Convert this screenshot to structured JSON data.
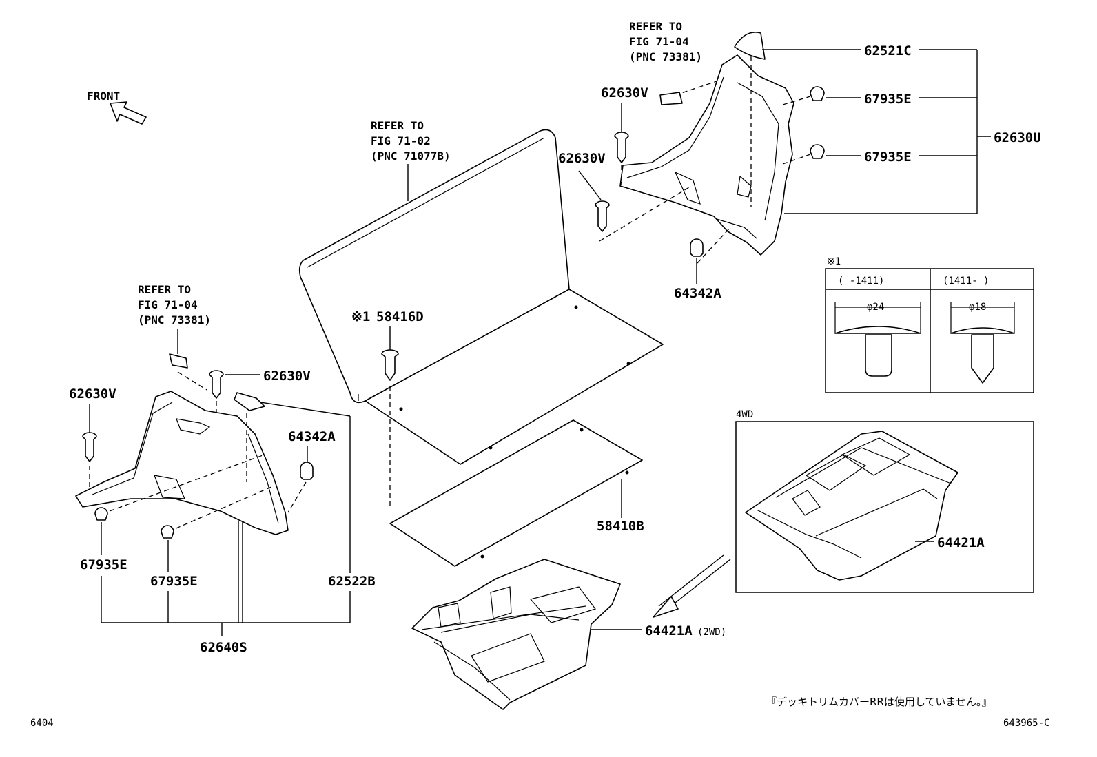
{
  "diagram": {
    "front_label": "FRONT",
    "callouts": {
      "c62521C": "62521C",
      "c67935E_top1": "67935E",
      "c67935E_top2": "67935E",
      "c62630U": "62630U",
      "c62630V_tr1": "62630V",
      "c62630V_tr2": "62630V",
      "c64342A_right": "64342A",
      "c58416D": "58416D",
      "c58416D_mark": "※1",
      "c62630V_left1": "62630V",
      "c62630V_left2": "62630V",
      "c64342A_left": "64342A",
      "c58410B": "58410B",
      "c67935E_left1": "67935E",
      "c67935E_left2": "67935E",
      "c62522B": "62522B",
      "c62640S": "62640S",
      "c64421A_4wd": "64421A",
      "c64421A_2wd": "64421A",
      "c64421A_2wd_suffix": "(2WD)"
    },
    "refer_top_right": [
      "REFER TO",
      "FIG 71-04",
      "(PNC 73381)"
    ],
    "refer_center": [
      "REFER TO",
      "FIG 71-02",
      "(PNC 71077B)"
    ],
    "refer_left": [
      "REFER TO",
      "FIG 71-04",
      "(PNC 73381)"
    ],
    "inset_clip": {
      "mark": "※1",
      "col1_header": "(     -1411)",
      "col2_header": "(1411-     )",
      "col1_dim": "φ24",
      "col2_dim": "φ18"
    },
    "inset_4wd_label": "4WD",
    "note_jp": "『デッキトリムカバーRRは使用していません。』",
    "footer_left": "6404",
    "footer_right": "643965-C"
  }
}
